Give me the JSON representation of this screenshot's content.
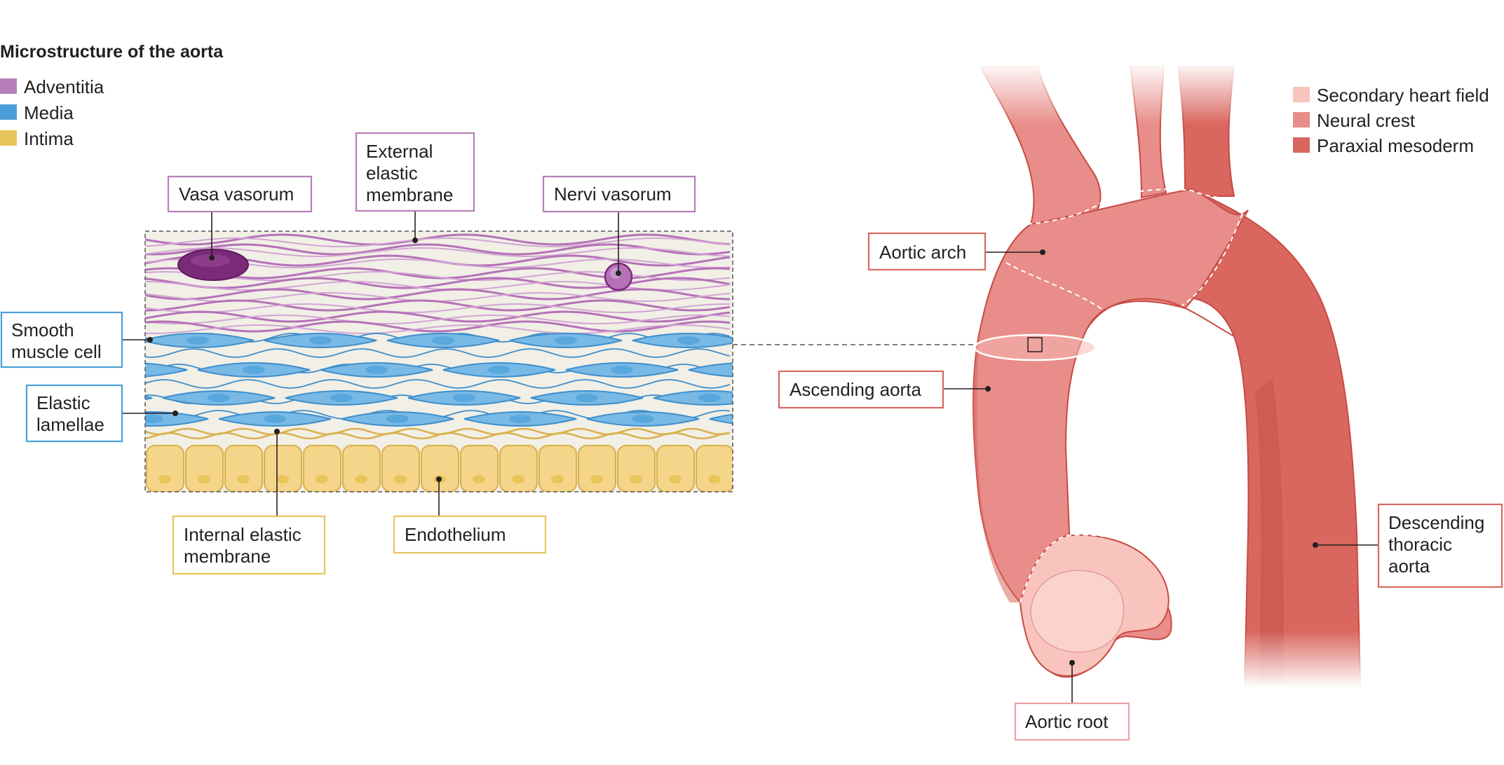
{
  "title": "Microstructure of the aorta",
  "layer_legend": [
    {
      "label": "Adventitia",
      "color": "#b67fb9"
    },
    {
      "label": "Media",
      "color": "#4a9fd8"
    },
    {
      "label": "Intima",
      "color": "#e9c45a"
    }
  ],
  "origin_legend": [
    {
      "label": "Secondary heart field",
      "color": "#f8c4bd"
    },
    {
      "label": "Neural crest",
      "color": "#e88d89"
    },
    {
      "label": "Paraxial mesoderm",
      "color": "#d9675f"
    }
  ],
  "wall_labels": {
    "vasa_vasorum": "Vasa vasorum",
    "external_elastic_line1": "External",
    "external_elastic_line2": "elastic",
    "external_elastic_line3": "membrane",
    "nervi_vasorum": "Nervi vasorum",
    "smooth_muscle_line1": "Smooth",
    "smooth_muscle_line2": "muscle cell",
    "elastic_lamellae_line1": "Elastic",
    "elastic_lamellae_line2": "lamellae",
    "internal_elastic_line1": "Internal elastic",
    "internal_elastic_line2": "membrane",
    "endothelium": "Endothelium"
  },
  "aorta_labels": {
    "aortic_arch": "Aortic arch",
    "ascending_aorta": "Ascending aorta",
    "descending_line1": "Descending",
    "descending_line2": "thoracic",
    "descending_line3": "aorta",
    "aortic_root": "Aortic root"
  },
  "colors": {
    "adventitia_box": "#b67fb9",
    "media_box": "#4a9fd8",
    "intima_box": "#e9c45a",
    "aorta_box": "#d9675f",
    "root_box": "#f0a0a6",
    "adventitia_fiber": "#b571b8",
    "vasa": "#7a2a78",
    "cell_fill": "#79b9e6",
    "cell_stroke": "#3f8fcc",
    "endo_fill": "#f4d58a",
    "endo_stroke": "#d9b04a",
    "matrix_bg": "#f1efe6"
  }
}
